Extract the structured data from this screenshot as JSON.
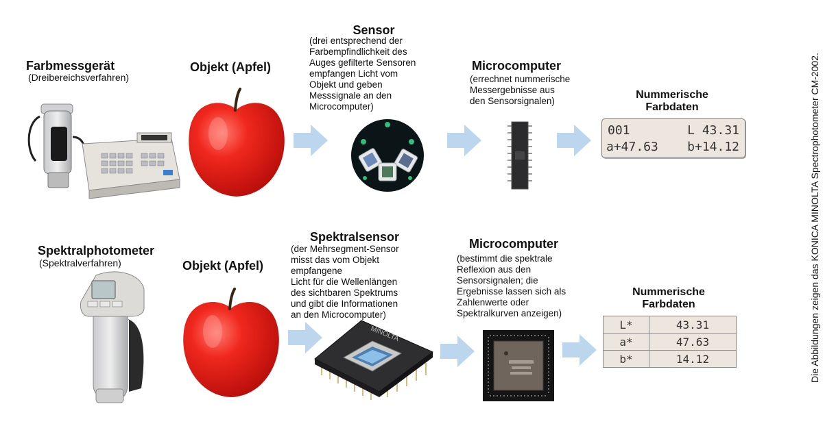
{
  "top_row": {
    "device": {
      "title": "Farbmessgerät",
      "subtitle": "(Dreibereichsverfahren)"
    },
    "object": {
      "title": "Objekt (Apfel)"
    },
    "sensor": {
      "title": "Sensor",
      "lines": [
        "(drei entsprechend der",
        "Farbempfindlichkeit des",
        "Auges gefilterte Sensoren",
        "empfangen Licht vom",
        "Objekt und geben",
        "Messsignale an den",
        "Microcomputer)"
      ]
    },
    "computer": {
      "title": "Microcomputer",
      "lines": [
        "(errechnet nummerische",
        "Messergebnisse aus",
        "den Sensorsignalen)"
      ]
    },
    "output": {
      "title_lines": [
        "Nummerische",
        "Farbdaten"
      ],
      "display": {
        "tl": "001",
        "tr": "L 43.31",
        "bl": "a+47.63",
        "br": "b+14.12"
      }
    }
  },
  "bottom_row": {
    "device": {
      "title": "Spektralphotometer",
      "subtitle": "(Spektralverfahren)"
    },
    "object": {
      "title": "Objekt (Apfel)"
    },
    "sensor": {
      "title": "Spektralsensor",
      "lines": [
        "(der Mehrsegment-Sensor",
        "misst das vom Objekt",
        "empfangene",
        "Licht für die Wellenlängen",
        "des sichtbaren Spektrums",
        "und gibt die Informationen",
        "an den Microcomputer)"
      ],
      "chip_brand": "MINOLTA"
    },
    "computer": {
      "title": "Microcomputer",
      "lines": [
        "(bestimmt die spektrale",
        "Reflexion aus den",
        "Sensorsignalen; die",
        "Ergebnisse lassen sich als",
        "Zahlenwerte oder",
        "Spektralkurven anzeigen)"
      ]
    },
    "output": {
      "title_lines": [
        "Nummerische",
        "Farbdaten"
      ],
      "table": [
        [
          "L*",
          "43.31"
        ],
        [
          "a*",
          "47.63"
        ],
        [
          "b*",
          "14.12"
        ]
      ]
    }
  },
  "side_caption": "Die Abbildungen zeigen das KONICA MINOLTA Spectrophotometer CM-2002.",
  "colors": {
    "apple": "#e8241c",
    "arrow": "#bcd6ee",
    "lcd": "#ece6de"
  }
}
